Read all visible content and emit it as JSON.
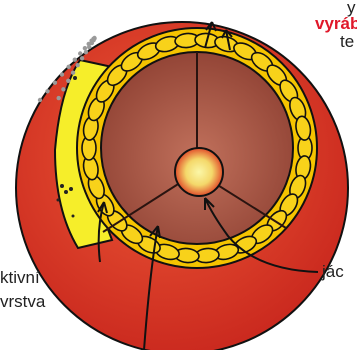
{
  "labels": {
    "top_fragment": "y",
    "production_fragment": "vyráb",
    "energy_fragment": "te",
    "convective_line1": "ktivní",
    "convective_line2": "vrstva",
    "core_fragment": "jác"
  },
  "colors": {
    "outer_shell": "#d9322a",
    "inner_layer": "#f6ee2a",
    "convective_cells": "#f5c400",
    "radiative_zone": "#a95a46",
    "core_glow": "#f4e86a",
    "outline": "#111111",
    "emphasis_text": "#e0182a"
  },
  "icons": {
    "eruption": "gas-eruption-dots",
    "arrows": "flow-arrow"
  }
}
